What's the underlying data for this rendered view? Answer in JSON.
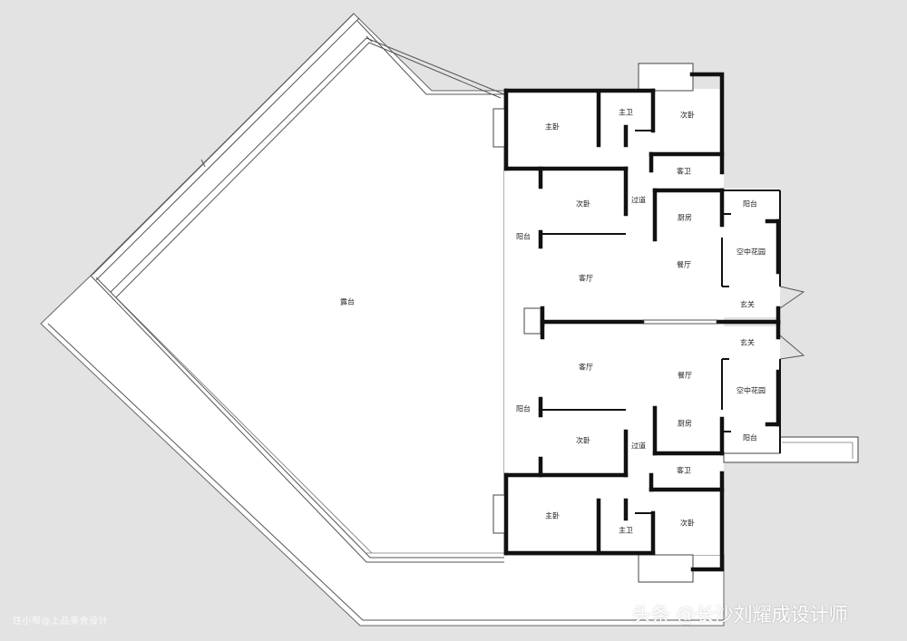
{
  "terrace": {
    "label": "露台"
  },
  "upper_unit": {
    "master_bedroom": "主卧",
    "master_bath": "主卫",
    "bedroom_ne": "次卧",
    "guest_bath": "客卫",
    "bedroom_mid": "次卧",
    "corridor": "过道",
    "balcony_west": "阳台",
    "living_room": "客厅",
    "kitchen": "厨房",
    "dining": "餐厅",
    "balcony_east": "阳台",
    "sky_garden": "空中花园",
    "entrance": "玄关"
  },
  "lower_unit": {
    "entrance": "玄关",
    "living_room": "客厅",
    "dining": "餐厅",
    "sky_garden": "空中花园",
    "balcony_west": "阳台",
    "kitchen": "厨房",
    "bedroom_mid": "次卧",
    "corridor": "过道",
    "balcony_east": "阳台",
    "guest_bath": "客卫",
    "master_bedroom": "主卧",
    "master_bath": "主卫",
    "bedroom_se": "次卧"
  },
  "watermarks": {
    "left": "住小帮@上品美舍设计",
    "right": "头条 @长沙刘耀成设计师"
  }
}
